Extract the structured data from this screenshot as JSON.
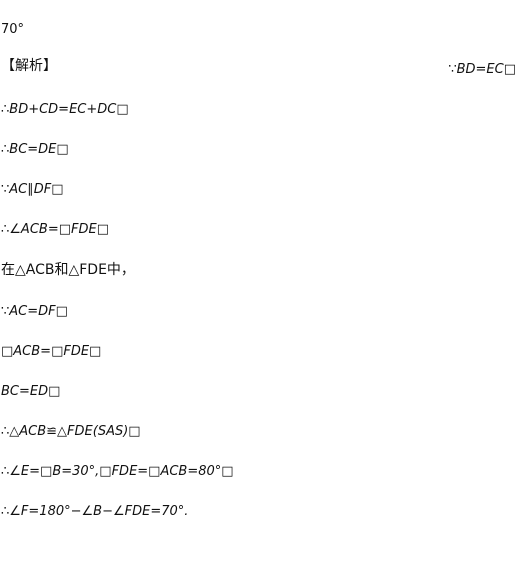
{
  "answer": "70°",
  "section_heading": "【解析】",
  "lines": [
    "∵BD=EC□",
    "∴BD+CD=EC+DC□",
    "∴BC=DE□",
    "∵AC∥DF□",
    "∴∠ACB=□FDE□",
    "在△ACB和△FDE中，",
    "∵AC=DF□",
    "□ACB=□FDE□",
    "BC=ED□",
    "∴△ACB≌△FDE(SAS)□",
    "∴∠E=□B=30°,□FDE=□ACB=80°□",
    "∴∠F=180°−∠B−∠FDE=70°."
  ]
}
